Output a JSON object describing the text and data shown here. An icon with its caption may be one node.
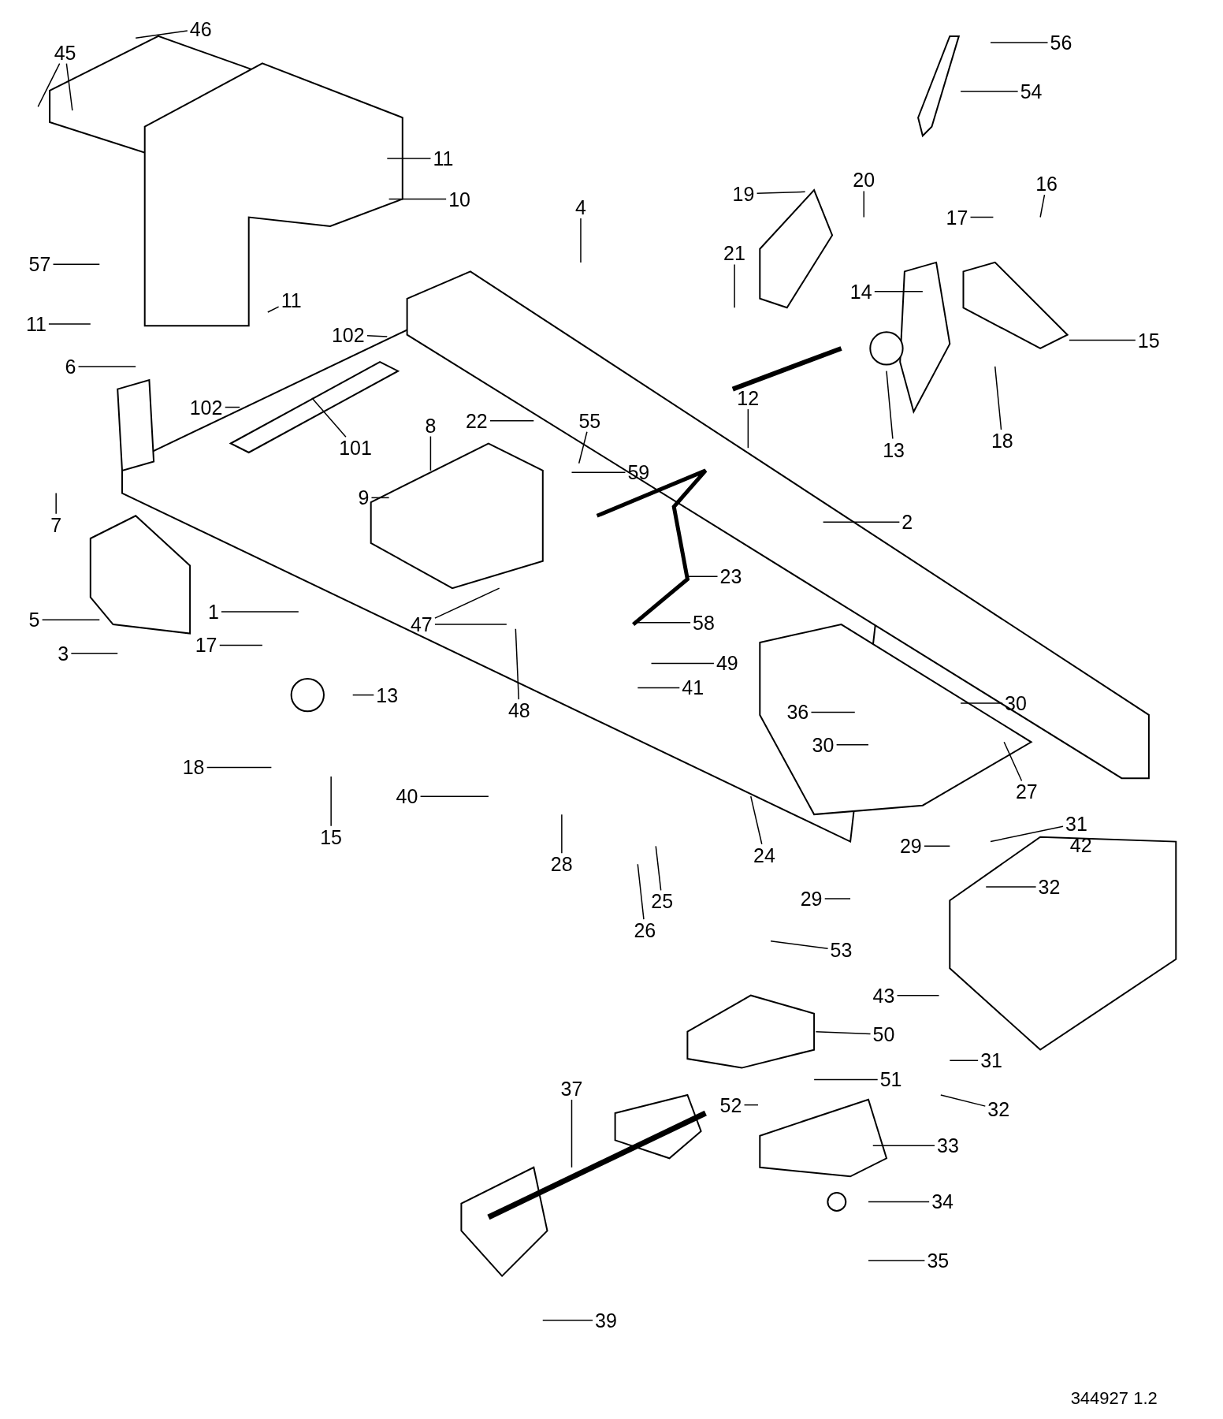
{
  "diagram": {
    "nodes": [
      {
        "text": [
          "46"
        ]
      },
      {
        "text": [
          "45"
        ]
      },
      {
        "text": [
          "56"
        ]
      },
      {
        "text": [
          "54"
        ]
      },
      {
        "text": [
          "11"
        ]
      },
      {
        "text": [
          "10"
        ]
      },
      {
        "text": [
          "19"
        ]
      },
      {
        "text": [
          "20"
        ]
      },
      {
        "text": [
          "16"
        ]
      },
      {
        "text": [
          "17"
        ]
      },
      {
        "text": [
          "4"
        ]
      },
      {
        "text": [
          "21"
        ]
      },
      {
        "text": [
          "57"
        ]
      },
      {
        "text": [
          "14"
        ]
      },
      {
        "text": [
          "11"
        ]
      },
      {
        "text": [
          "11"
        ]
      },
      {
        "text": [
          "102"
        ]
      },
      {
        "text": [
          "15"
        ]
      },
      {
        "text": [
          "6"
        ]
      },
      {
        "text": [
          "102"
        ]
      },
      {
        "text": [
          "12"
        ]
      },
      {
        "text": [
          "8"
        ]
      },
      {
        "text": [
          "22"
        ]
      },
      {
        "text": [
          "55"
        ]
      },
      {
        "text": [
          "101"
        ]
      },
      {
        "text": [
          "13"
        ]
      },
      {
        "text": [
          "18"
        ]
      },
      {
        "text": [
          "59"
        ]
      },
      {
        "text": [
          "9"
        ]
      },
      {
        "text": [
          "7"
        ]
      },
      {
        "text": [
          "2"
        ]
      },
      {
        "text": [
          "23"
        ]
      },
      {
        "text": [
          "5"
        ]
      },
      {
        "text": [
          "1"
        ]
      },
      {
        "text": [
          "47"
        ]
      },
      {
        "text": [
          "58"
        ]
      },
      {
        "text": [
          "3"
        ]
      },
      {
        "text": [
          "17"
        ]
      },
      {
        "text": [
          "49"
        ]
      },
      {
        "text": [
          "13"
        ]
      },
      {
        "text": [
          "41"
        ]
      },
      {
        "text": [
          "30"
        ]
      },
      {
        "text": [
          "36"
        ]
      },
      {
        "text": [
          "48"
        ]
      },
      {
        "text": [
          "30"
        ]
      },
      {
        "text": [
          "18"
        ]
      },
      {
        "text": [
          "27"
        ]
      },
      {
        "text": [
          "40"
        ]
      },
      {
        "text": [
          "31"
        ]
      },
      {
        "text": [
          "29"
        ]
      },
      {
        "text": [
          "15"
        ]
      },
      {
        "text": [
          "24"
        ]
      },
      {
        "text": [
          "28"
        ]
      },
      {
        "text": [
          "32"
        ]
      },
      {
        "text": [
          "29"
        ]
      },
      {
        "text": [
          "25"
        ]
      },
      {
        "text": [
          "26"
        ]
      },
      {
        "text": [
          "53"
        ]
      },
      {
        "text": [
          "43"
        ]
      },
      {
        "text": [
          "50"
        ]
      },
      {
        "text": [
          "31"
        ]
      },
      {
        "text": [
          "51"
        ]
      },
      {
        "text": [
          "37"
        ]
      },
      {
        "text": [
          "52"
        ]
      },
      {
        "text": [
          "32"
        ]
      },
      {
        "text": [
          "33"
        ]
      },
      {
        "text": [
          "34"
        ]
      },
      {
        "text": [
          "35"
        ]
      },
      {
        "text": [
          "39"
        ]
      }
    ],
    "edges": [
      {
        "from": 0,
        "to": null,
        "arrow": "none"
      },
      {
        "from": 1,
        "to": null,
        "arrow": "none"
      },
      {
        "from": 1,
        "to": null,
        "arrow": "none"
      },
      {
        "from": 2,
        "to": null,
        "arrow": "none"
      },
      {
        "from": 3,
        "to": null,
        "arrow": "none"
      },
      {
        "from": 4,
        "to": null,
        "arrow": "none"
      },
      {
        "from": 5,
        "to": null,
        "arrow": "none"
      },
      {
        "from": 6,
        "to": null,
        "arrow": "none"
      },
      {
        "from": 7,
        "to": null,
        "arrow": "none"
      },
      {
        "from": 8,
        "to": null,
        "arrow": "none"
      },
      {
        "from": 9,
        "to": null,
        "arrow": "none"
      },
      {
        "from": 10,
        "to": null,
        "arrow": "none"
      },
      {
        "from": 11,
        "to": null,
        "arrow": "none"
      },
      {
        "from": 12,
        "to": null,
        "arrow": "none"
      },
      {
        "from": 13,
        "to": null,
        "arrow": "none"
      },
      {
        "from": 14,
        "to": null,
        "arrow": "none"
      },
      {
        "from": 15,
        "to": null,
        "arrow": "none"
      },
      {
        "from": 16,
        "to": null,
        "arrow": "none"
      },
      {
        "from": 17,
        "to": null,
        "arrow": "none"
      },
      {
        "from": 18,
        "to": null,
        "arrow": "none"
      },
      {
        "from": 19,
        "to": null,
        "arrow": "none"
      },
      {
        "from": 20,
        "to": null,
        "arrow": "none"
      },
      {
        "from": 21,
        "to": null,
        "arrow": "none"
      },
      {
        "from": 22,
        "to": null,
        "arrow": "none"
      },
      {
        "from": 23,
        "to": null,
        "arrow": "none"
      },
      {
        "from": 24,
        "to": null,
        "arrow": "none"
      },
      {
        "from": 25,
        "to": null,
        "arrow": "none"
      },
      {
        "from": 26,
        "to": null,
        "arrow": "none"
      },
      {
        "from": 27,
        "to": null,
        "arrow": "none"
      },
      {
        "from": 28,
        "to": null,
        "arrow": "none"
      },
      {
        "from": 29,
        "to": null,
        "arrow": "none"
      },
      {
        "from": 30,
        "to": null,
        "arrow": "none"
      },
      {
        "from": 31,
        "to": null,
        "arrow": "none"
      },
      {
        "from": 32,
        "to": null,
        "arrow": "none"
      },
      {
        "from": 33,
        "to": null,
        "arrow": "none"
      },
      {
        "from": 34,
        "to": null,
        "arrow": "none"
      },
      {
        "from": 34,
        "to": null,
        "arrow": "none"
      },
      {
        "from": 35,
        "to": null,
        "arrow": "none"
      },
      {
        "from": 36,
        "to": null,
        "arrow": "none"
      },
      {
        "from": 37,
        "to": null,
        "arrow": "none"
      },
      {
        "from": 38,
        "to": null,
        "arrow": "none"
      },
      {
        "from": 39,
        "to": null,
        "arrow": "none"
      },
      {
        "from": 40,
        "to": null,
        "arrow": "none"
      },
      {
        "from": 41,
        "to": null,
        "arrow": "none"
      },
      {
        "from": 42,
        "to": null,
        "arrow": "none"
      },
      {
        "from": 43,
        "to": null,
        "arrow": "none"
      },
      {
        "from": 44,
        "to": null,
        "arrow": "none"
      },
      {
        "from": 45,
        "to": null,
        "arrow": "none"
      },
      {
        "from": 46,
        "to": null,
        "arrow": "none"
      },
      {
        "from": 47,
        "to": null,
        "arrow": "none"
      },
      {
        "from": 48,
        "to": null,
        "arrow": "none"
      },
      {
        "from": 49,
        "to": null,
        "arrow": "none"
      },
      {
        "from": 50,
        "to": null,
        "arrow": "none"
      },
      {
        "from": 51,
        "to": null,
        "arrow": "none"
      },
      {
        "from": 52,
        "to": null,
        "arrow": "none"
      },
      {
        "from": 53,
        "to": null,
        "arrow": "none"
      },
      {
        "from": 54,
        "to": null,
        "arrow": "none"
      },
      {
        "from": 55,
        "to": null,
        "arrow": "none"
      },
      {
        "from": 56,
        "to": null,
        "arrow": "none"
      },
      {
        "from": 57,
        "to": null,
        "arrow": "none"
      },
      {
        "from": 58,
        "to": null,
        "arrow": "none"
      },
      {
        "from": 59,
        "to": null,
        "arrow": "none"
      },
      {
        "from": 60,
        "to": null,
        "arrow": "none"
      },
      {
        "from": 61,
        "to": null,
        "arrow": "none"
      },
      {
        "from": 62,
        "to": null,
        "arrow": "none"
      },
      {
        "from": 63,
        "to": null,
        "arrow": "none"
      },
      {
        "from": 64,
        "to": null,
        "arrow": "none"
      },
      {
        "from": 65,
        "to": null,
        "arrow": "none"
      },
      {
        "from": 66,
        "to": null,
        "arrow": "none"
      },
      {
        "from": 67,
        "to": null,
        "arrow": "none"
      },
      {
        "from": 68,
        "to": null,
        "arrow": "none"
      }
    ],
    "labels": [
      "42",
      "344927 1.2"
    ]
  }
}
